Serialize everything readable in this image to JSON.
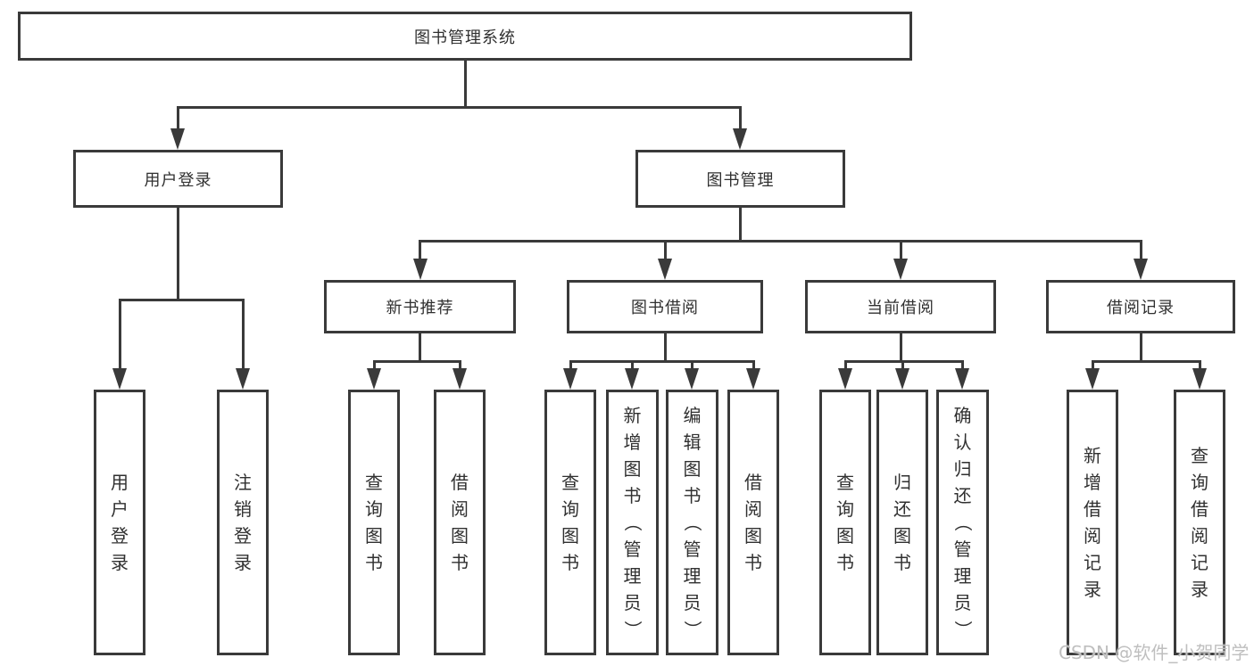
{
  "diagram": {
    "root": {
      "label": "图书管理系统"
    },
    "level2": [
      {
        "label": "用户登录"
      },
      {
        "label": "图书管理"
      }
    ],
    "level3": [
      {
        "label": "新书推荐"
      },
      {
        "label": "图书借阅"
      },
      {
        "label": "当前借阅"
      },
      {
        "label": "借阅记录"
      }
    ],
    "leaves": {
      "user_login": [
        "用户登录",
        "注销登录"
      ],
      "new_books": [
        "查询图书",
        "借阅图书"
      ],
      "book_borrow": [
        "查询图书",
        "新增图书（管理员）",
        "编辑图书（管理员）",
        "借阅图书"
      ],
      "current_borrow": [
        "查询图书",
        "归还图书",
        "确认归还（管理员）"
      ],
      "borrow_records": [
        "新增借阅记录",
        "查询借阅记录"
      ]
    }
  },
  "watermark": "CSDN @软件_小贺同学",
  "colors": {
    "line": "#3a3a3a",
    "text": "#303030",
    "watermark": "#bfbfbf"
  }
}
